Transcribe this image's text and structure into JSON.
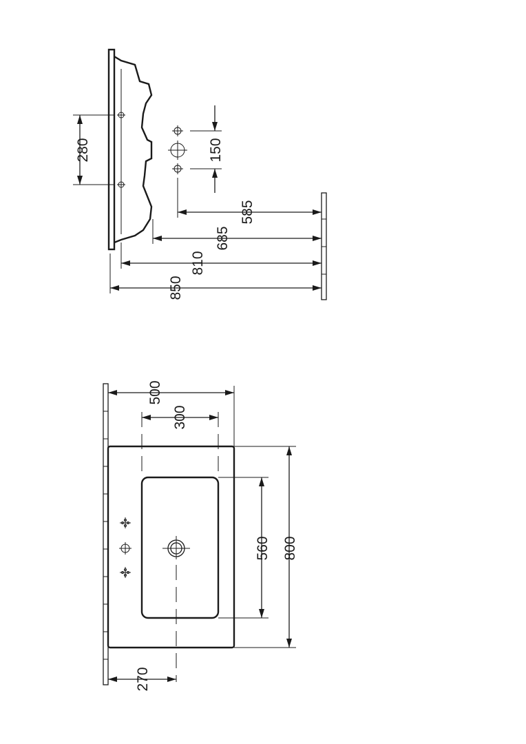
{
  "side_view": {
    "dimensions": {
      "taphole_spacing": "280",
      "hole_spacing": "150",
      "depth_585": "585",
      "depth_685": "685",
      "depth_810": "810",
      "depth_850": "850"
    }
  },
  "plan_view": {
    "dimensions": {
      "overall_width": "500",
      "bowl_width": "300",
      "bowl_length": "560",
      "overall_length": "800",
      "offset": "270"
    }
  }
}
